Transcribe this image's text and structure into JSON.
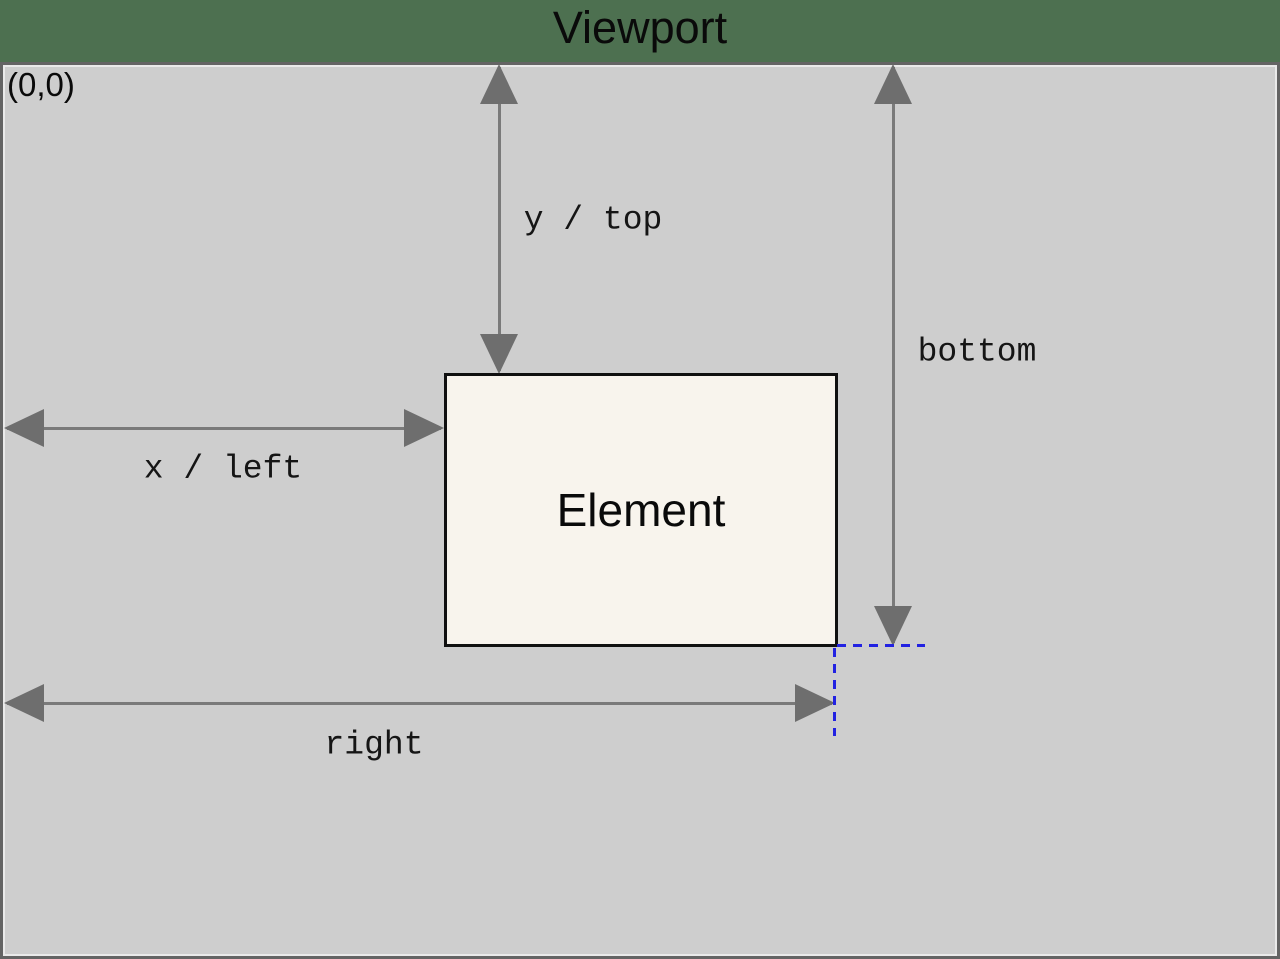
{
  "title": "Viewport",
  "origin_label": "(0,0)",
  "element": {
    "label": "Element"
  },
  "measurements": {
    "y_top": "y / top",
    "bottom": "bottom",
    "x_left": "x / left",
    "right": "right"
  },
  "colors": {
    "background": "#4d7050",
    "viewport_fill": "#cecece",
    "viewport_border": "#646464",
    "element_fill": "#f8f4ed",
    "arrow": "#7a7a7a",
    "arrow_head": "#6e6e6e",
    "guide": "#2222e2",
    "text": "#0a0a0a"
  }
}
